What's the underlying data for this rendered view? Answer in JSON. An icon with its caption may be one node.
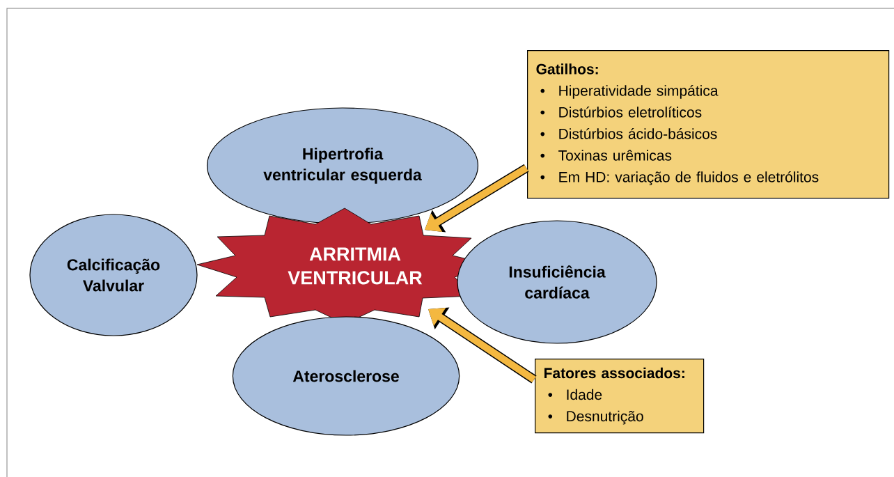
{
  "diagram": {
    "nodes": [
      {
        "text": [
          "Hipertrofia ventricular esquerda"
        ]
      },
      {
        "text": [
          "Calcificação Valvular"
        ]
      },
      {
        "text": [
          "ARRITMIA VENTRICULAR"
        ]
      },
      {
        "text": [
          "Insuficiência cardíaca"
        ]
      },
      {
        "text": [
          "Aterosclerose"
        ]
      },
      {
        "text": [
          "Gatilhos:",
          "Hiperatividade simpática",
          "Distúrbios eletrolíticos",
          "Distúrbios ácido-básicos",
          "Toxinas urêmicas",
          "Em HD: variação de fluidos e eletrólitos"
        ]
      },
      {
        "text": [
          "Fatores associados:",
          "Idade",
          "Desnutrição"
        ]
      }
    ],
    "edges": [
      {
        "from": 5,
        "to": 2,
        "arrow": "to"
      },
      {
        "from": 6,
        "to": 2,
        "arrow": "to"
      }
    ],
    "labels": [
      "•",
      "•",
      "•",
      "•",
      "•",
      "•",
      "•"
    ]
  }
}
